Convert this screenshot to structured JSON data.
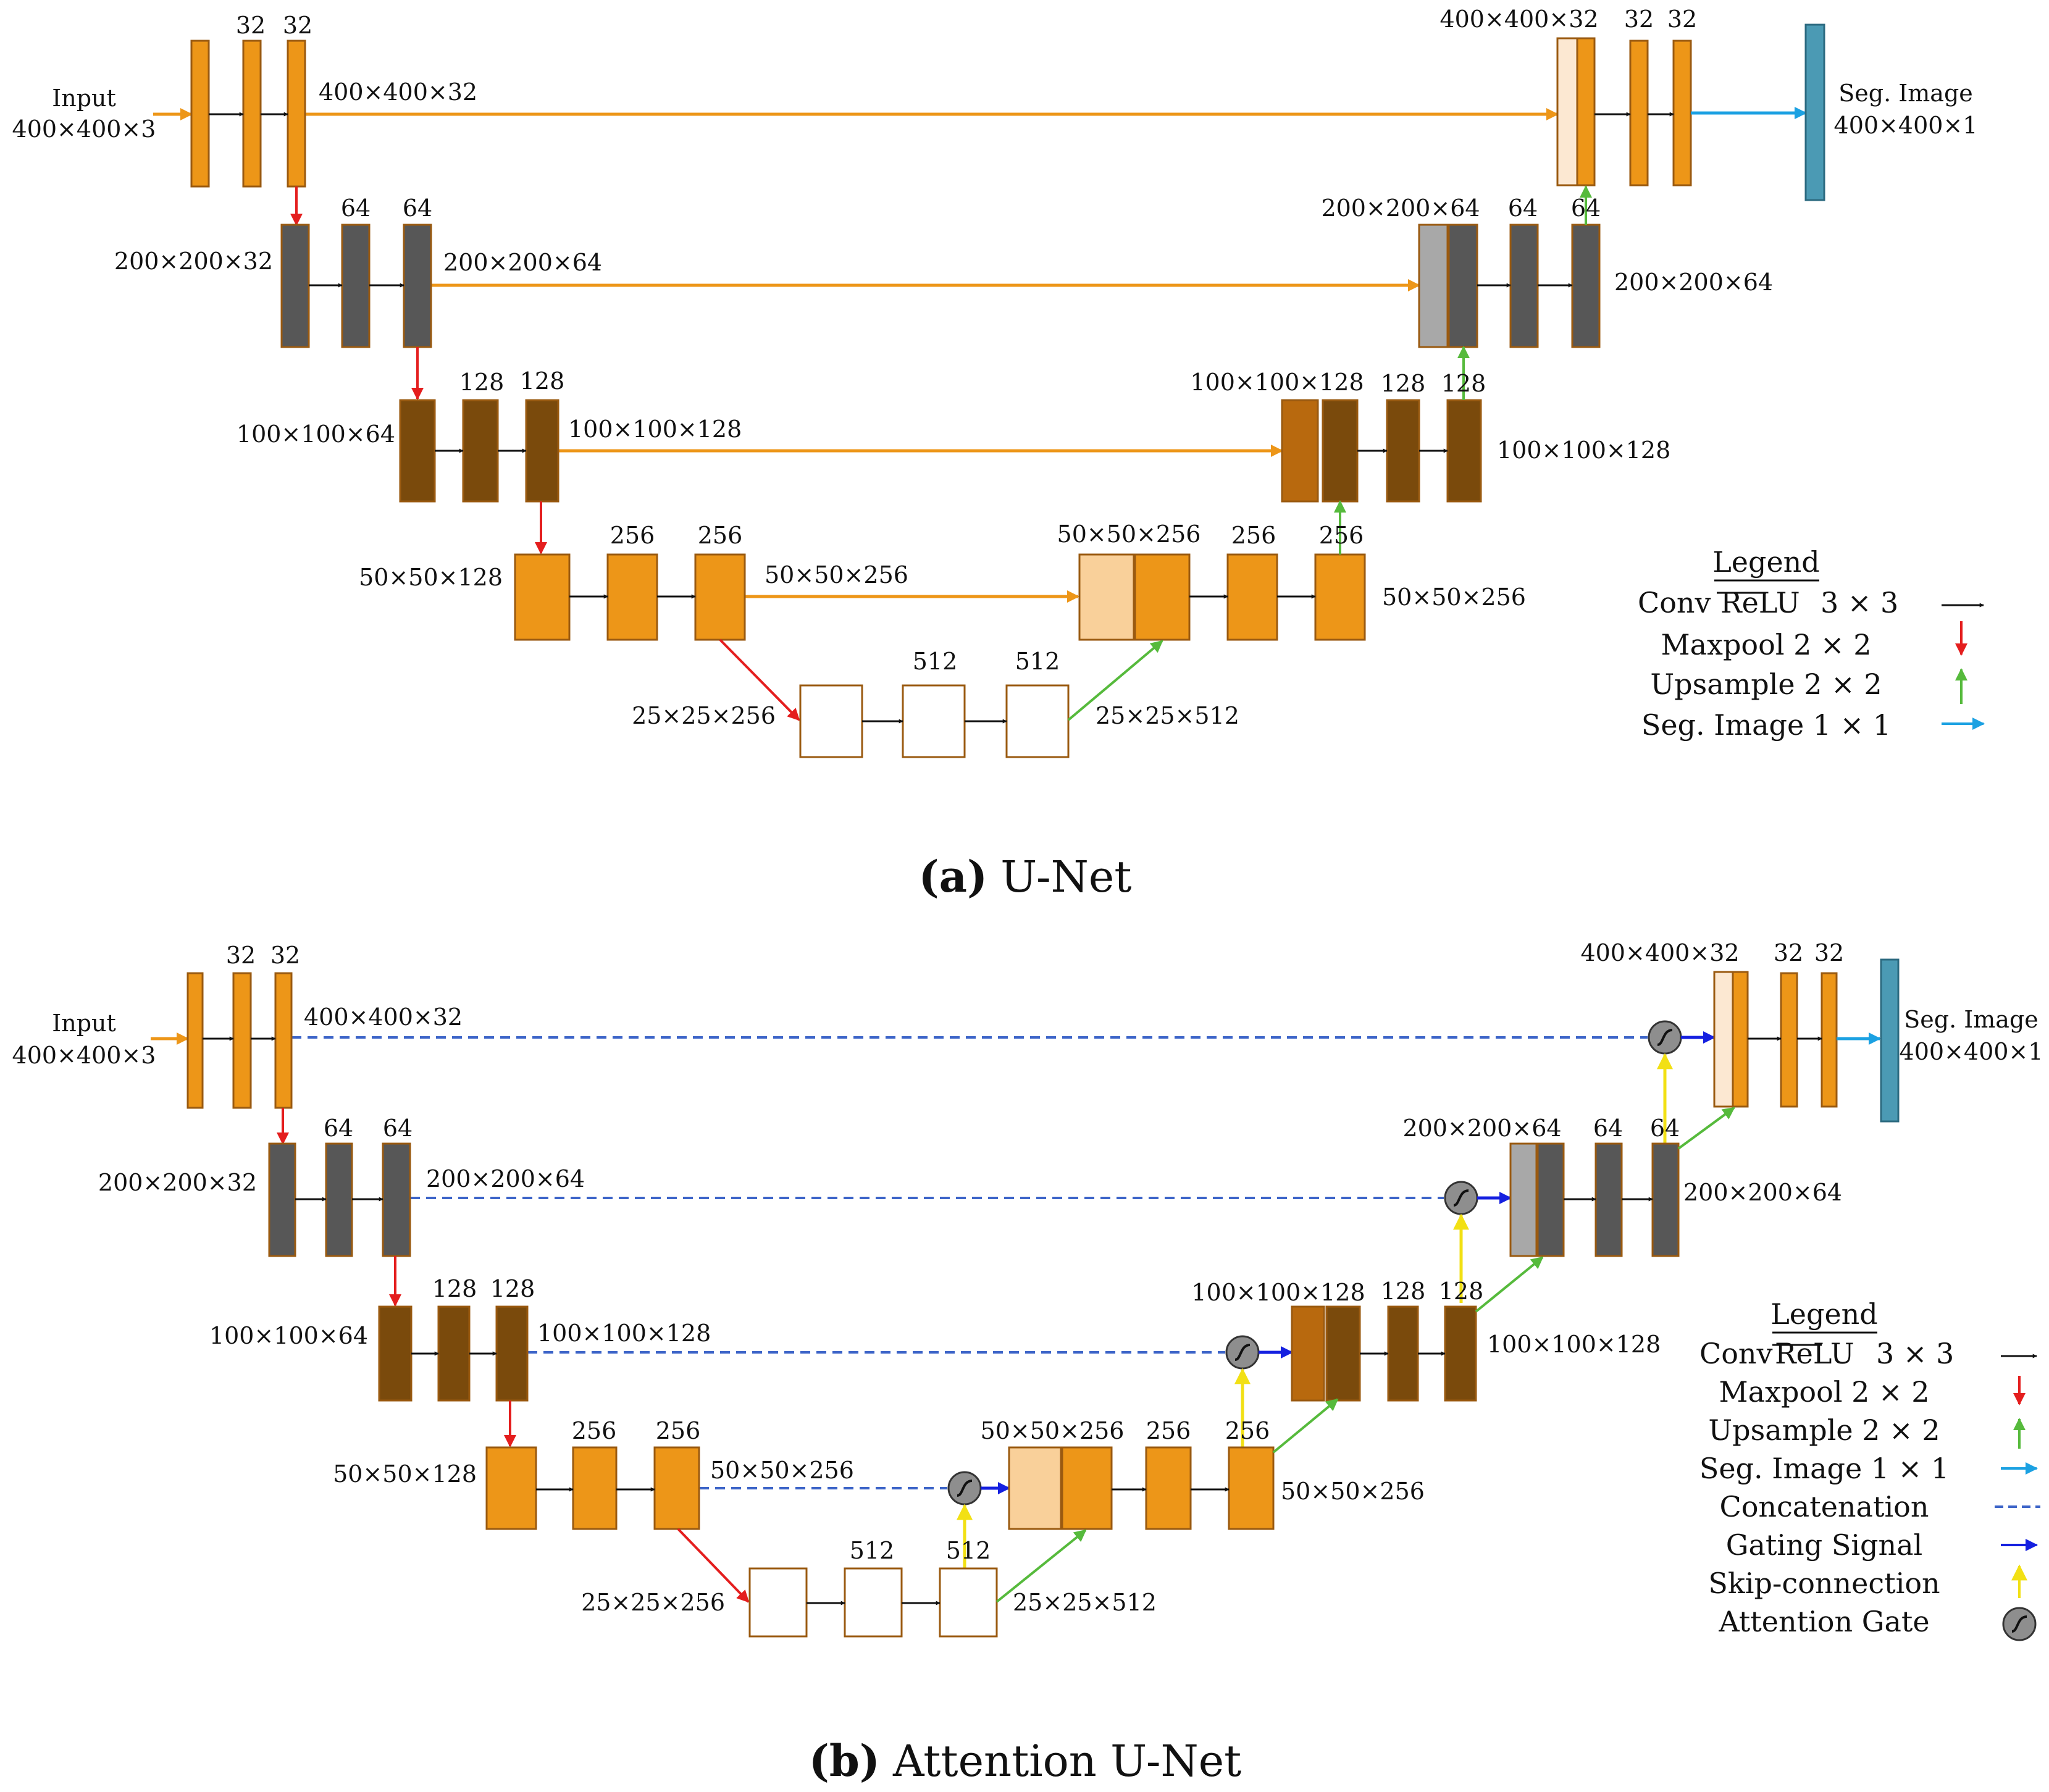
{
  "colors": {
    "orange_block": "#ED9618",
    "orange_light": "#F9D09A",
    "orange_pale": "#FCE8D2",
    "dark_gray": "#575757",
    "light_gray": "#A8A8A8",
    "brown": "#7A4A0C",
    "brown_light": "#B8690E",
    "white_block": "#FFFFFF",
    "teal": "#4B9AB4",
    "block_edge": "#9A5A10",
    "conv_arrow": "#111111",
    "maxpool_arrow": "#E41E1E",
    "upsample_arrow": "#56BA3C",
    "seg_arrow": "#1BA1E2",
    "skip_orange": "#ED9618",
    "concat_dashed": "#3C64C8",
    "gating": "#1520E0",
    "skip_yellow": "#F2E014",
    "gate_fill": "#8E8E8E"
  },
  "unet": {
    "caption_letter": "(a)",
    "caption_text": "U-Net",
    "input_title": "Input",
    "input_size": "400×400×3",
    "l1_ch_a": "32",
    "l1_ch_b": "32",
    "l1_skip": "400×400×32",
    "l1_dec_size": "400×400×32",
    "l1_dec_ch_a": "32",
    "l1_dec_ch_b": "32",
    "seg_title": "Seg. Image",
    "seg_size": "400×400×1",
    "l2_in": "200×200×32",
    "l2_ch_a": "64",
    "l2_ch_b": "64",
    "l2_skip": "200×200×64",
    "l2_dec_size": "200×200×64",
    "l2_dec_ch_a": "64",
    "l2_dec_ch_b": "64",
    "l2_dec_out": "200×200×64",
    "l3_in": "100×100×64",
    "l3_ch_a": "128",
    "l3_ch_b": "128",
    "l3_skip": "100×100×128",
    "l3_dec_size": "100×100×128",
    "l3_dec_ch_a": "128",
    "l3_dec_ch_b": "128",
    "l3_dec_out": "100×100×128",
    "l4_in": "50×50×128",
    "l4_ch_a": "256",
    "l4_ch_b": "256",
    "l4_skip": "50×50×256",
    "l4_dec_size": "50×50×256",
    "l4_dec_ch_a": "256",
    "l4_dec_ch_b": "256",
    "l4_dec_out": "50×50×256",
    "l5_in": "25×25×256",
    "l5_ch_a": "512",
    "l5_ch_b": "512",
    "l5_out": "25×25×512",
    "legend": {
      "title": "Legend",
      "conv_num": "Conv",
      "conv_den": "ReLU",
      "conv_size": "3 × 3",
      "maxpool": "Maxpool 2 × 2",
      "upsample": "Upsample 2 × 2",
      "seg": "Seg. Image 1 × 1"
    }
  },
  "attn": {
    "caption_letter": "(b)",
    "caption_text": "Attention U-Net",
    "input_title": "Input",
    "input_size": "400×400×3",
    "l1_ch_a": "32",
    "l1_ch_b": "32",
    "l1_skip": "400×400×32",
    "l1_dec_size": "400×400×32",
    "l1_dec_ch_a": "32",
    "l1_dec_ch_b": "32",
    "seg_title": "Seg. Image",
    "seg_size": "400×400×1",
    "l2_in": "200×200×32",
    "l2_ch_a": "64",
    "l2_ch_b": "64",
    "l2_skip": "200×200×64",
    "l2_dec_size": "200×200×64",
    "l2_dec_ch_a": "64",
    "l2_dec_ch_b": "64",
    "l2_dec_out": "200×200×64",
    "l3_in": "100×100×64",
    "l3_ch_a": "128",
    "l3_ch_b": "128",
    "l3_skip": "100×100×128",
    "l3_dec_size": "100×100×128",
    "l3_dec_ch_a": "128",
    "l3_dec_ch_b": "128",
    "l3_dec_out": "100×100×128",
    "l4_in": "50×50×128",
    "l4_ch_a": "256",
    "l4_ch_b": "256",
    "l4_skip": "50×50×256",
    "l4_dec_size": "50×50×256",
    "l4_dec_ch_a": "256",
    "l4_dec_ch_b": "256",
    "l4_dec_out": "50×50×256",
    "l5_in": "25×25×256",
    "l5_ch_a": "512",
    "l5_ch_b": "512",
    "l5_out": "25×25×512",
    "legend": {
      "title": "Legend",
      "conv_num": "Conv",
      "conv_den": "ReLU",
      "conv_size": "3 × 3",
      "maxpool": "Maxpool 2 × 2",
      "upsample": "Upsample 2 × 2",
      "seg": "Seg. Image 1 × 1",
      "concat": "Concatenation",
      "gating": "Gating Signal",
      "skip": "Skip-connection",
      "gate": "Attention Gate"
    }
  }
}
